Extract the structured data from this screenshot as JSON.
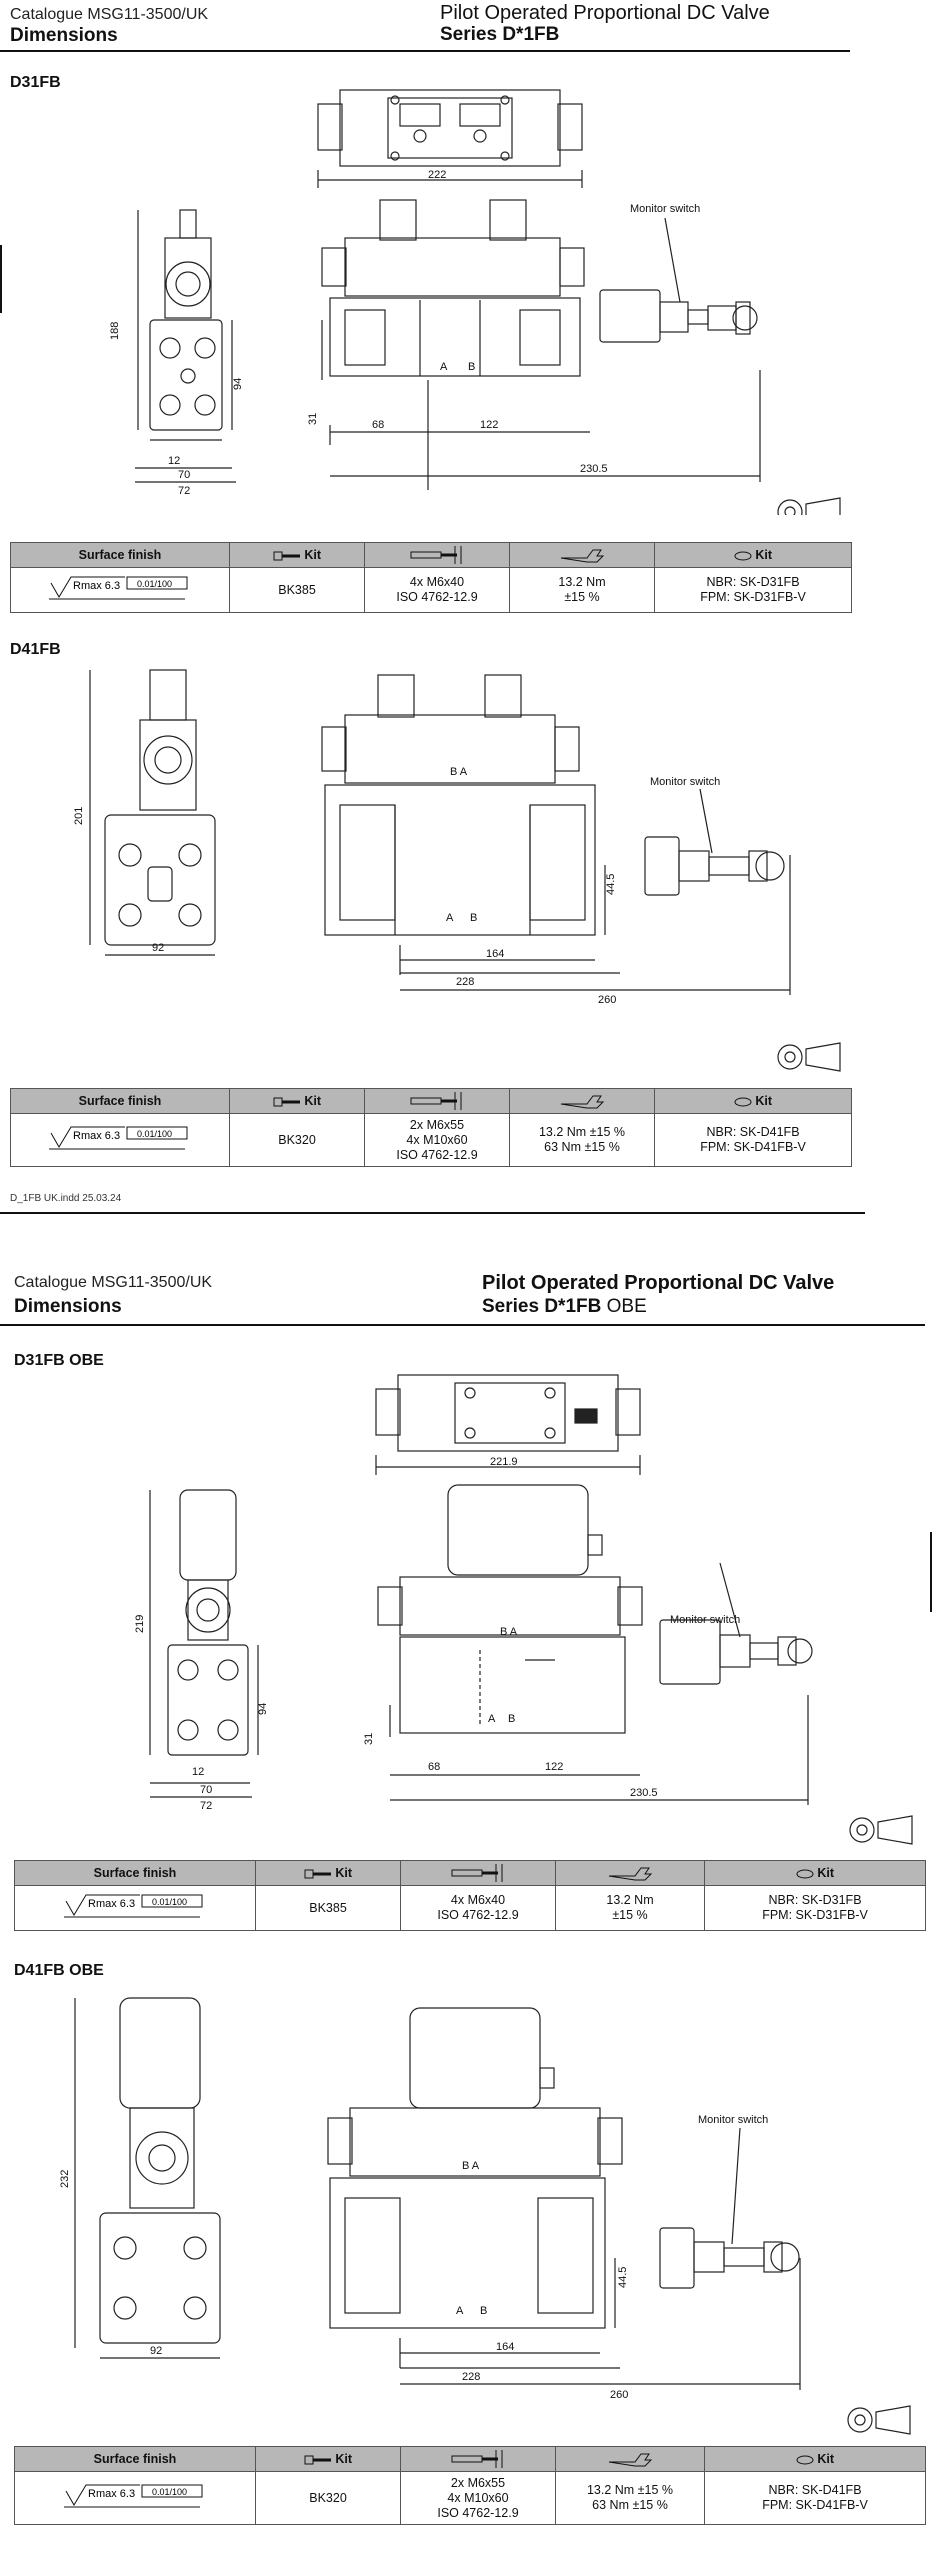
{
  "page1": {
    "catalogue": "Catalogue MSG11-3500/UK",
    "section": "Dimensions",
    "product_title": "Pilot Operated Proportional DC Valve",
    "series": "Series D*1FB",
    "series_suffix": "",
    "d31": {
      "label": "D31FB",
      "dims": {
        "top_width": "222",
        "height": "188",
        "side": "94",
        "h31": "31",
        "a": "12",
        "b": "70",
        "c": "72",
        "d68": "68",
        "d122": "122",
        "d230": "230.5"
      },
      "monitor_label": "Monitor switch",
      "port_a": "A",
      "port_b": "B"
    },
    "table1": {
      "headers": {
        "surface": "Surface finish",
        "kit1": "Kit",
        "kit2": "Kit"
      },
      "row": {
        "rmax": "Rmax 6.3",
        "flat": "0.01/100",
        "kit": "BK385",
        "screws": "4x M6x40",
        "screws_std": "ISO 4762-12.9",
        "torque": "13.2 Nm",
        "torque_tol": "±15 %",
        "seal_nbr": "NBR: SK-D31FB",
        "seal_fpm": "FPM: SK-D31FB-V"
      }
    },
    "d41": {
      "label": "D41FB",
      "dims": {
        "height": "201",
        "w92": "92",
        "h44": "44.5",
        "d164": "164",
        "d228": "228",
        "d260": "260"
      },
      "monitor_label": "Monitor switch",
      "port_a": "A",
      "port_b": "B"
    },
    "table2": {
      "headers": {
        "surface": "Surface finish",
        "kit1": "Kit",
        "kit2": "Kit"
      },
      "row": {
        "rmax": "Rmax 6.3",
        "flat": "0.01/100",
        "kit": "BK320",
        "screws1": "2x M6x55",
        "screws2": "4x M10x60",
        "screws_std": "ISO 4762-12.9",
        "torque1": "13.2 Nm ±15 %",
        "torque2": "63 Nm ±15 %",
        "seal_nbr": "NBR: SK-D41FB",
        "seal_fpm": "FPM: SK-D41FB-V"
      }
    },
    "footer": "D_1FB UK.indd 25.03.24"
  },
  "page2": {
    "catalogue": "Catalogue MSG11-3500/UK",
    "section": "Dimensions",
    "product_title": "Pilot Operated Proportional DC Valve",
    "series": "Series D*1FB",
    "series_suffix": " OBE",
    "d31": {
      "label": "D31FB OBE",
      "dims": {
        "top_width": "221.9",
        "height": "219",
        "side": "94",
        "h31": "31",
        "a": "12",
        "b": "70",
        "c": "72",
        "d68": "68",
        "d122": "122",
        "d230": "230.5"
      },
      "monitor_label": "Monitor switch",
      "port_a": "A",
      "port_b": "B"
    },
    "table1": {
      "headers": {
        "surface": "Surface finish",
        "kit1": "Kit",
        "kit2": "Kit"
      },
      "row": {
        "rmax": "Rmax 6.3",
        "flat": "0.01/100",
        "kit": "BK385",
        "screws": "4x M6x40",
        "screws_std": "ISO 4762-12.9",
        "torque": "13.2 Nm",
        "torque_tol": "±15 %",
        "seal_nbr": "NBR: SK-D31FB",
        "seal_fpm": "FPM: SK-D31FB-V"
      }
    },
    "d41": {
      "label": "D41FB OBE",
      "dims": {
        "height": "232",
        "w92": "92",
        "h44": "44.5",
        "d164": "164",
        "d228": "228",
        "d260": "260"
      },
      "monitor_label": "Monitor switch",
      "port_a": "A",
      "port_b": "B"
    },
    "table2": {
      "headers": {
        "surface": "Surface finish",
        "kit1": "Kit",
        "kit2": "Kit"
      },
      "row": {
        "rmax": "Rmax 6.3",
        "flat": "0.01/100",
        "kit": "BK320",
        "screws1": "2x M6x55",
        "screws2": "4x M10x60",
        "screws_std": "ISO 4762-12.9",
        "torque1": "13.2 Nm ±15 %",
        "torque2": "63 Nm ±15 %",
        "seal_nbr": "NBR: SK-D41FB",
        "seal_fpm": "FPM: SK-D41FB-V"
      }
    }
  }
}
